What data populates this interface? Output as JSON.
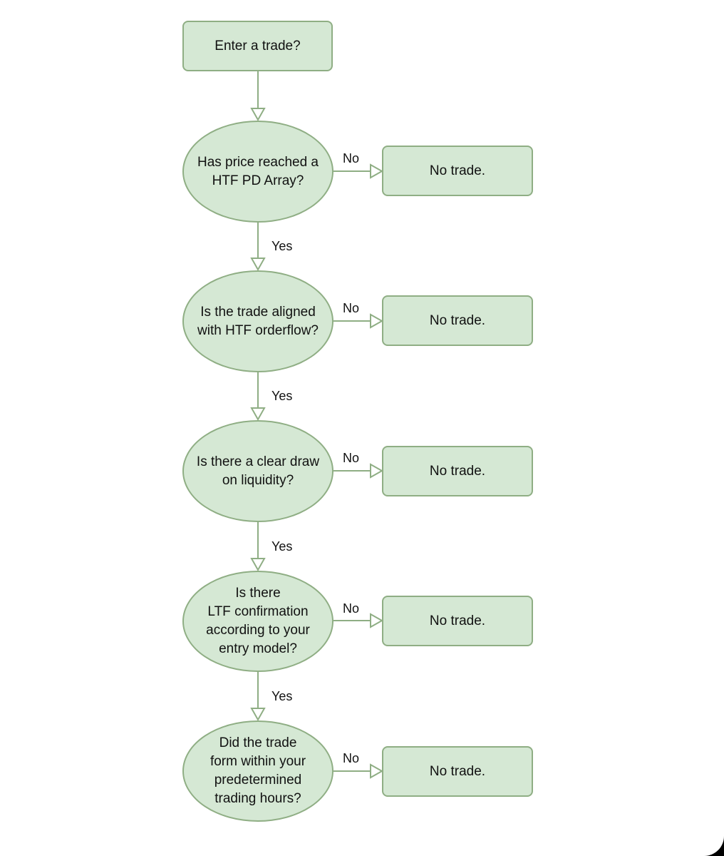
{
  "start": {
    "label": "Enter a trade?"
  },
  "decisions": [
    {
      "question": "Has price reached a\nHTF PD Array?",
      "no_label": "No",
      "no_result": "No trade.",
      "yes_label": "Yes"
    },
    {
      "question": "Is the trade aligned\nwith HTF orderflow?",
      "no_label": "No",
      "no_result": "No trade.",
      "yes_label": "Yes"
    },
    {
      "question": "Is there a clear draw\non liquidity?",
      "no_label": "No",
      "no_result": "No trade.",
      "yes_label": "Yes"
    },
    {
      "question": "Is there\nLTF confirmation\naccording to your\nentry model?",
      "no_label": "No",
      "no_result": "No trade.",
      "yes_label": "Yes"
    },
    {
      "question": "Did the trade\nform within your\npredetermined\ntrading hours?",
      "no_label": "No",
      "no_result": "No trade."
    }
  ],
  "colors": {
    "node_fill": "#d5e8d4",
    "node_stroke": "#8fae84",
    "connector": "#8fae84"
  }
}
